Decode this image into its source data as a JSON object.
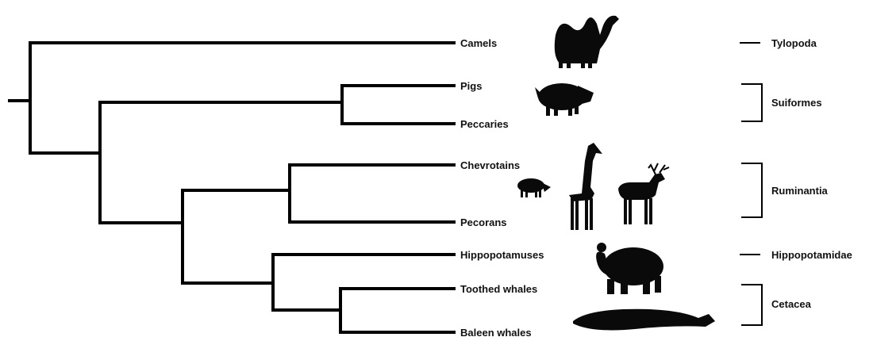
{
  "taxa": [
    {
      "label": "Camels",
      "silhouette": "camel"
    },
    {
      "label": "Pigs",
      "silhouette": "boar"
    },
    {
      "label": "Peccaries",
      "silhouette": ""
    },
    {
      "label": "Chevrotains",
      "silhouette": "chevrotain"
    },
    {
      "label": "Pecorans",
      "silhouette": "giraffe, deer"
    },
    {
      "label": "Hippopotamuses",
      "silhouette": "hippopotamus"
    },
    {
      "label": "Toothed whales",
      "silhouette": ""
    },
    {
      "label": "Baleen whales",
      "silhouette": "whale"
    }
  ],
  "groups": [
    {
      "label": "Tylopoda",
      "members": [
        "Camels"
      ]
    },
    {
      "label": "Suiformes",
      "members": [
        "Pigs",
        "Peccaries"
      ]
    },
    {
      "label": "Ruminantia",
      "members": [
        "Chevrotains",
        "Pecorans"
      ]
    },
    {
      "label": "Hippopotamidae",
      "members": [
        "Hippopotamuses"
      ]
    },
    {
      "label": "Cetacea",
      "members": [
        "Toothed whales",
        "Baleen whales"
      ]
    }
  ]
}
